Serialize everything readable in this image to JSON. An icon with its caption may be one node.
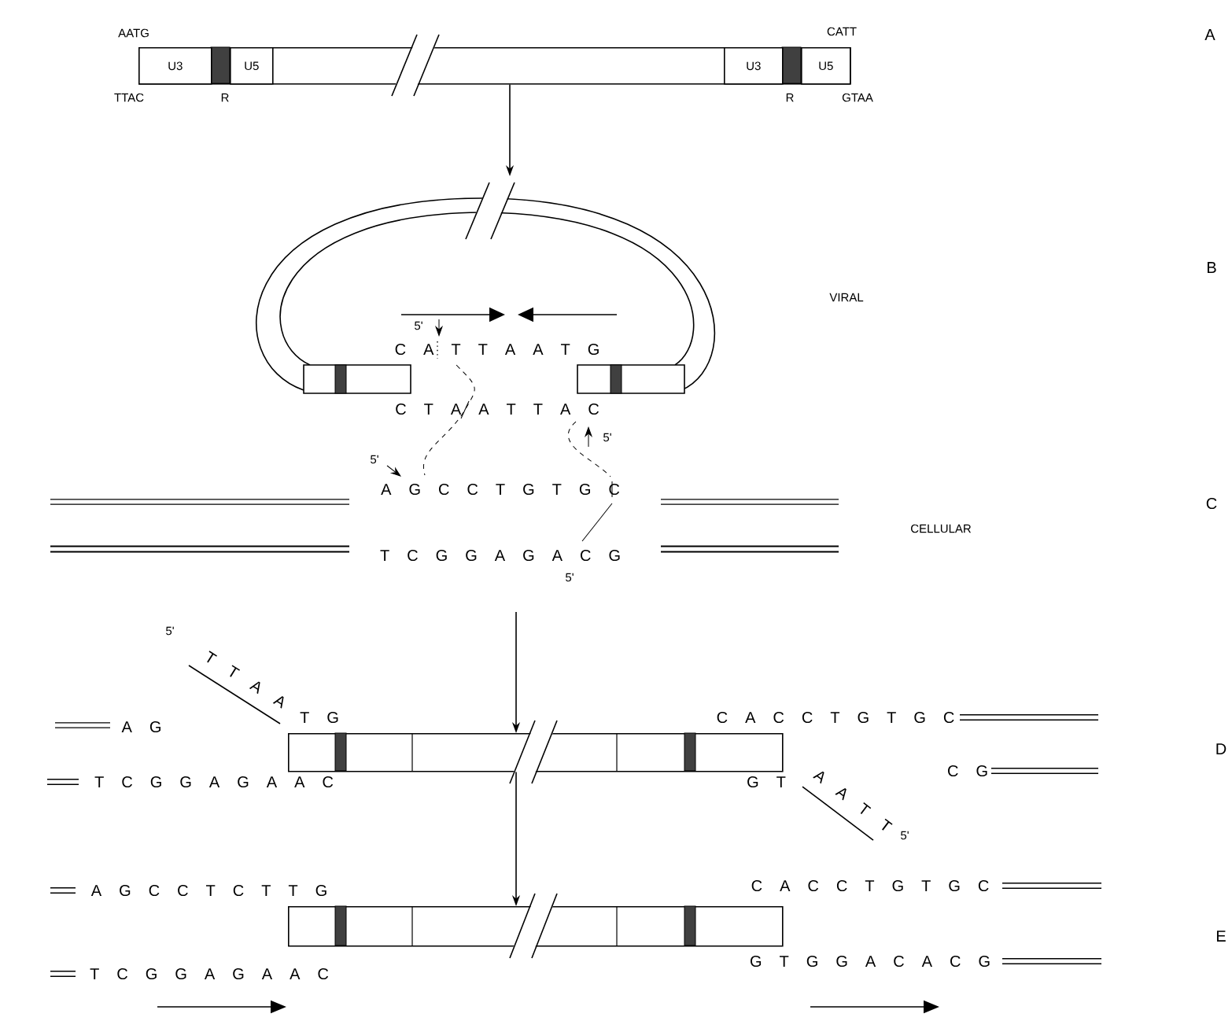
{
  "diagram": {
    "nodes": [
      {
        "text": [],
        "shape": "bar"
      },
      {
        "text": [
          "U3"
        ],
        "in": 0
      },
      {
        "text": [
          "U5"
        ],
        "in": 0
      },
      {
        "text": [
          "U3"
        ],
        "in": 0
      },
      {
        "text": [
          "U5"
        ],
        "in": 0
      },
      {
        "text": [],
        "shape": "ring"
      },
      {
        "text": [],
        "shape": "bar"
      },
      {
        "text": [],
        "shape": "bar"
      }
    ],
    "edges": [
      {
        "from": 0,
        "to": 5,
        "arrow": "to"
      },
      {
        "from": null,
        "to": 6,
        "arrow": "to"
      },
      {
        "from": 6,
        "to": 7,
        "arrow": "to"
      }
    ],
    "labels": [
      "AATG",
      "TTAC",
      "R",
      "CATT",
      "R",
      "GTAA",
      "A",
      "VIRAL",
      "B",
      "5'",
      "C A T T A A T G",
      "C T A A T T A C",
      "5'",
      "5'",
      "A G C C T G T G C",
      "T C G G A G A C G",
      "5'",
      "CELLULAR",
      "C",
      "5'",
      "T T A A",
      "T G",
      "A G",
      "T C G G A G A A C",
      "C A C C T G T G C",
      "C G",
      "G T",
      "A A T T",
      "5'",
      "D",
      "A G C C T C T T G",
      "T C G G A G A A C",
      "C A C C T G T G C",
      "G T G G A C A C G",
      "E"
    ]
  }
}
